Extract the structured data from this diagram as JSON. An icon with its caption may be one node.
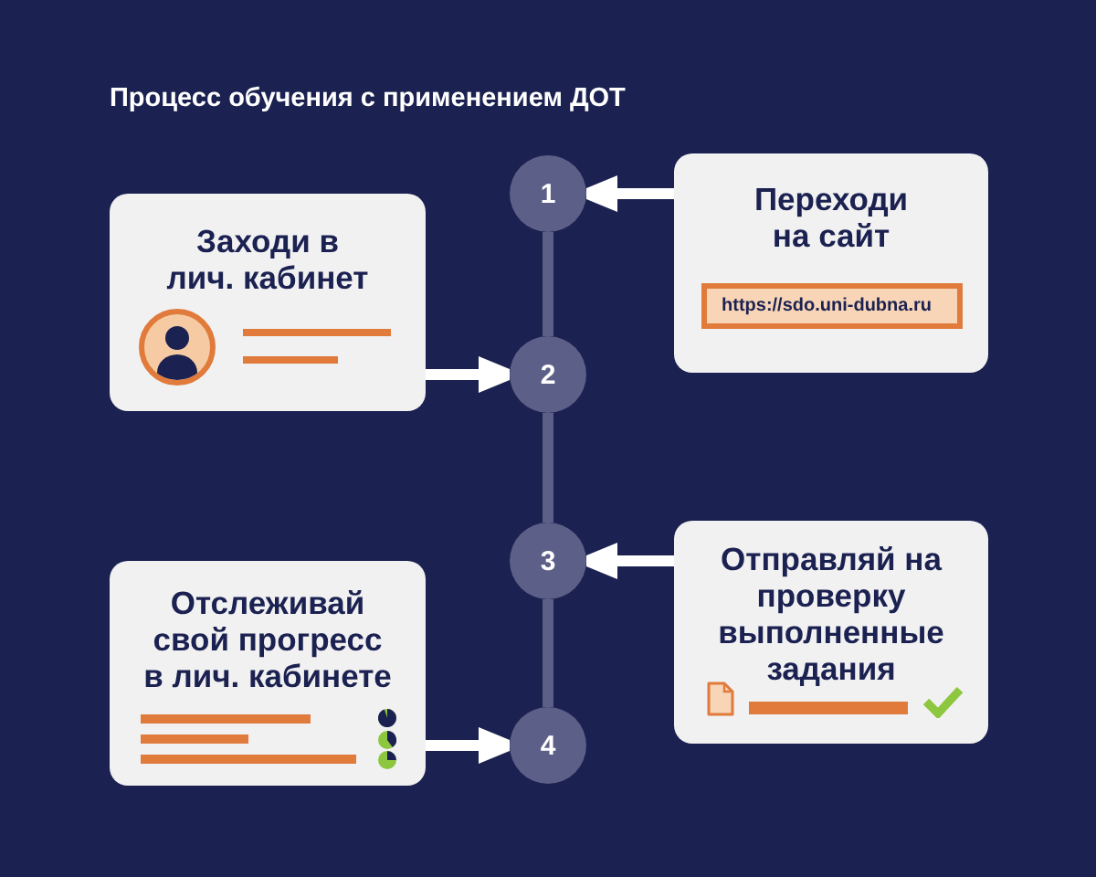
{
  "diagram": {
    "title": "Процесс обучения с применением ДОТ",
    "nodes": [
      {
        "text": [
          "1"
        ]
      },
      {
        "text": [
          "Переходи на сайт"
        ]
      },
      {
        "text": [
          "https://sdo.uni-dubna.ru"
        ],
        "in": 1
      },
      {
        "text": [
          "Заходи в лич. кабинет"
        ]
      },
      {
        "text": [
          "2"
        ]
      },
      {
        "text": [
          "3"
        ]
      },
      {
        "text": [
          "Отправляй на проверку выполненные задания"
        ]
      },
      {
        "text": [
          "Отслеживай свой прогресс в лич. кабинете"
        ]
      },
      {
        "text": [
          "4"
        ]
      }
    ],
    "edges": [
      {
        "from": 1,
        "to": 0,
        "arrow": "to"
      },
      {
        "from": 0,
        "to": 4,
        "arrow": "none",
        "color": "#5c5f87"
      },
      {
        "from": 3,
        "to": 4,
        "arrow": "to"
      },
      {
        "from": 4,
        "to": 5,
        "arrow": "none",
        "color": "#5c5f87"
      },
      {
        "from": 6,
        "to": 5,
        "arrow": "to"
      },
      {
        "from": 5,
        "to": 8,
        "arrow": "none",
        "color": "#5c5f87"
      },
      {
        "from": 7,
        "to": 8,
        "arrow": "to"
      }
    ]
  }
}
